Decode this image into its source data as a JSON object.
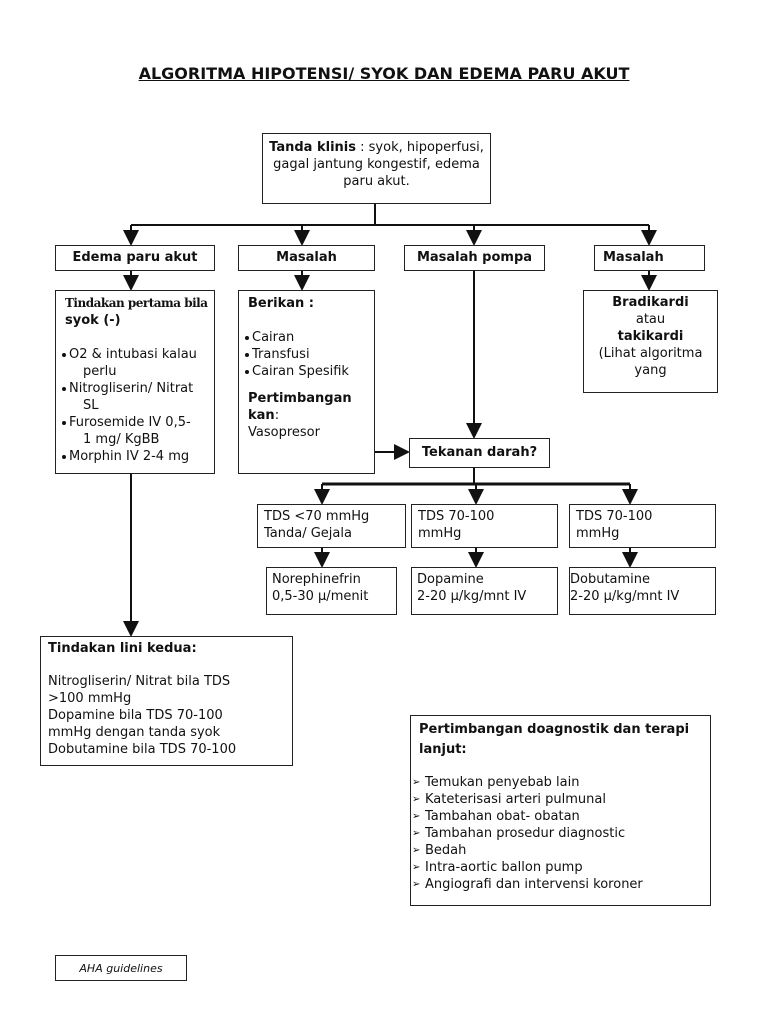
{
  "title": "ALGORITMA HIPOTENSI/ SYOK DAN EDEMA PARU AKUT",
  "top_box": {
    "bold": "Tanda klinis",
    "text": " : syok, hipoperfusi, gagal jantung kongestif, edema paru akut."
  },
  "branches": {
    "edema": "Edema paru akut",
    "masalah1": "Masalah",
    "pompa": "Masalah pompa",
    "masalah2": "Masalah"
  },
  "edema_box": {
    "heading1": "Tindakan pertama bila",
    "heading2": "syok (-)",
    "items": [
      {
        "line1": "O2 & intubasi kalau",
        "line2": "perlu"
      },
      {
        "line1": "Nitrogliserin/ Nitrat",
        "line2": "SL"
      },
      {
        "line1": "Furosemide IV 0,5-",
        "line2": "1 mg/ KgBB"
      },
      {
        "line1": "Morphin IV 2-4 mg",
        "line2": ""
      }
    ]
  },
  "berikan_box": {
    "heading": "Berikan :",
    "items": [
      "Cairan",
      "Transfusi",
      "Cairan Spesifik"
    ],
    "sub_heading": "Pertimbangan kan",
    "sub_colon": ":",
    "sub_text": "Vasopresor"
  },
  "brady_box": {
    "bold1": "Bradikardi",
    "text1": "atau",
    "bold2": "takikardi",
    "text2": "(Lihat algoritma yang"
  },
  "tekanan": "Tekanan darah?",
  "bp_boxes": [
    {
      "line1": "TDS <70 mmHg",
      "line2": "Tanda/ Gejala"
    },
    {
      "line1": "TDS 70-100",
      "line2": "mmHg"
    },
    {
      "line1": "TDS 70-100",
      "line2": "mmHg"
    }
  ],
  "drug_boxes": [
    {
      "line1": "Norephinefrin",
      "line2": "0,5-30 µ/menit"
    },
    {
      "line1": "Dopamine",
      "line2": " 2-20 µ/kg/mnt IV"
    },
    {
      "line1": "Dobutamine",
      "line2": "2-20 µ/kg/mnt IV"
    }
  ],
  "lini_kedua": {
    "heading": "Tindakan lini kedua:",
    "lines": [
      "Nitrogliserin/ Nitrat bila TDS",
      ">100 mmHg",
      "Dopamine bila TDS 70-100",
      "mmHg dengan tanda syok",
      "Dobutamine bila TDS 70-100"
    ]
  },
  "pertimbangan": {
    "heading": "Pertimbangan doagnostik dan terapi lanjut:",
    "items": [
      "Temukan penyebab lain",
      "Kateterisasi arteri pulmunal",
      "Tambahan obat- obatan",
      "Tambahan prosedur diagnostic",
      "Bedah",
      "Intra-aortic ballon pump",
      "Angiografi dan intervensi koroner"
    ]
  },
  "footer": "AHA guidelines"
}
